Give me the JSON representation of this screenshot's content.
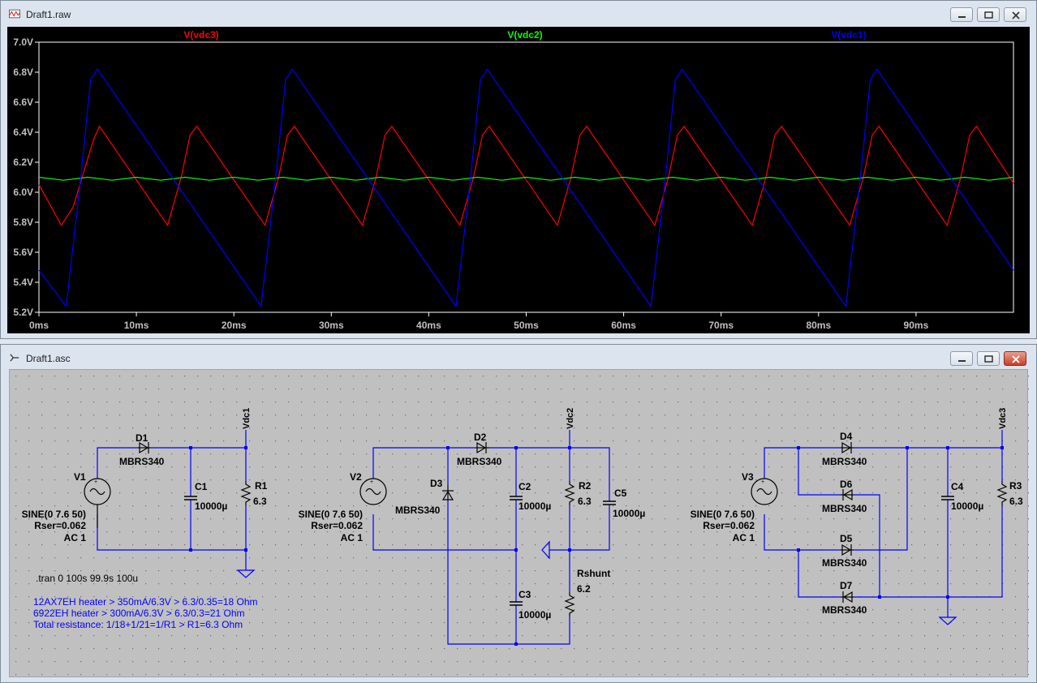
{
  "waveform_window": {
    "title": "Draft1.raw",
    "traces": [
      {
        "label": "V(vdc3)",
        "color": "#ff0000"
      },
      {
        "label": "V(vdc2)",
        "color": "#00ff00"
      },
      {
        "label": "V(vdc1)",
        "color": "#0000ff"
      }
    ],
    "y_ticks": [
      "7.0V",
      "6.8V",
      "6.6V",
      "6.4V",
      "6.2V",
      "6.0V",
      "5.8V",
      "5.6V",
      "5.4V",
      "5.2V"
    ],
    "x_ticks": [
      "0ms",
      "10ms",
      "20ms",
      "30ms",
      "40ms",
      "50ms",
      "60ms",
      "70ms",
      "80ms",
      "90ms"
    ]
  },
  "chart_data": {
    "type": "line",
    "title": "",
    "xlabel": "",
    "ylabel": "",
    "x_unit": "ms",
    "xlim": [
      0,
      100
    ],
    "ylim": [
      5.2,
      7.0
    ],
    "grid": false,
    "legend": "top",
    "series": [
      {
        "name": "V(vdc3)",
        "color": "#ff0000",
        "x": [
          0,
          2.3,
          3.5,
          5.6,
          6.2,
          13.2,
          14.6,
          15.5,
          16.2,
          23.2,
          24.6,
          25.5,
          26.2,
          33.2,
          34.6,
          35.5,
          36.2,
          43.2,
          44.6,
          45.5,
          46.2,
          53.2,
          54.6,
          55.5,
          56.2,
          63.2,
          64.6,
          65.5,
          66.2,
          73.2,
          74.6,
          75.5,
          76.2,
          83.2,
          84.6,
          85.5,
          86.2,
          93.2,
          94.6,
          95.5,
          96.2,
          100
        ],
        "y": [
          6.05,
          5.78,
          5.9,
          6.35,
          6.44,
          5.78,
          6.1,
          6.38,
          6.44,
          5.78,
          6.1,
          6.38,
          6.44,
          5.78,
          6.1,
          6.38,
          6.44,
          5.78,
          6.1,
          6.38,
          6.44,
          5.78,
          6.1,
          6.38,
          6.44,
          5.78,
          6.1,
          6.38,
          6.44,
          5.78,
          6.1,
          6.38,
          6.44,
          5.78,
          6.1,
          6.38,
          6.44,
          5.78,
          6.1,
          6.38,
          6.44,
          6.06
        ]
      },
      {
        "name": "V(vdc2)",
        "color": "#00ff00",
        "x": [
          0,
          2.5,
          5,
          7.5,
          10,
          12.5,
          15,
          17.5,
          20,
          22.5,
          25,
          27.5,
          30,
          32.5,
          35,
          37.5,
          40,
          42.5,
          45,
          47.5,
          50,
          52.5,
          55,
          57.5,
          60,
          62.5,
          65,
          67.5,
          70,
          72.5,
          75,
          77.5,
          80,
          82.5,
          85,
          87.5,
          90,
          92.5,
          95,
          97.5,
          100
        ],
        "y": [
          6.1,
          6.08,
          6.1,
          6.08,
          6.1,
          6.08,
          6.1,
          6.08,
          6.1,
          6.08,
          6.1,
          6.08,
          6.1,
          6.08,
          6.1,
          6.08,
          6.1,
          6.08,
          6.1,
          6.08,
          6.1,
          6.08,
          6.1,
          6.08,
          6.1,
          6.08,
          6.1,
          6.08,
          6.1,
          6.08,
          6.1,
          6.08,
          6.1,
          6.08,
          6.1,
          6.08,
          6.1,
          6.08,
          6.1,
          6.08,
          6.1
        ]
      },
      {
        "name": "V(vdc1)",
        "color": "#0000ff",
        "x": [
          0,
          2.8,
          4.3,
          5.3,
          6.0,
          22.8,
          24.3,
          25.3,
          26.0,
          42.8,
          44.3,
          45.3,
          46.0,
          62.8,
          64.3,
          65.3,
          66.0,
          82.8,
          84.3,
          85.3,
          86.0,
          100
        ],
        "y": [
          5.48,
          5.24,
          6.1,
          6.75,
          6.82,
          5.24,
          6.1,
          6.75,
          6.82,
          5.24,
          6.1,
          6.75,
          6.82,
          5.24,
          6.1,
          6.75,
          6.82,
          5.24,
          6.1,
          6.75,
          6.82,
          5.48
        ]
      }
    ]
  },
  "schematic_window": {
    "title": "Draft1.asc",
    "nets": {
      "vdc1": "Vdc1",
      "vdc2": "Vdc2",
      "vdc3": "Vdc3"
    },
    "sources": [
      {
        "ref": "V1",
        "line1": "SINE(0 7.6 50)",
        "line2": "Rser=0.062",
        "line3": "AC 1"
      },
      {
        "ref": "V2",
        "line1": "SINE(0 7.6 50)",
        "line2": "Rser=0.062",
        "line3": "AC 1"
      },
      {
        "ref": "V3",
        "line1": "SINE(0 7.6 50)",
        "line2": "Rser=0.062",
        "line3": "AC 1"
      }
    ],
    "diodes": [
      {
        "ref": "D1",
        "model": "MBRS340"
      },
      {
        "ref": "D2",
        "model": "MBRS340"
      },
      {
        "ref": "D3",
        "model": "MBRS340"
      },
      {
        "ref": "D4",
        "model": "MBRS340"
      },
      {
        "ref": "D5",
        "model": "MBRS340"
      },
      {
        "ref": "D6",
        "model": "MBRS340"
      },
      {
        "ref": "D7",
        "model": "MBRS340"
      }
    ],
    "capacitors": [
      {
        "ref": "C1",
        "value": "10000µ"
      },
      {
        "ref": "C2",
        "value": "10000µ"
      },
      {
        "ref": "C3",
        "value": "10000µ"
      },
      {
        "ref": "C4",
        "value": "10000µ"
      },
      {
        "ref": "C5",
        "value": "10000µ"
      }
    ],
    "resistors": [
      {
        "ref": "R1",
        "value": "6.3"
      },
      {
        "ref": "R2",
        "value": "6.3"
      },
      {
        "ref": "R3",
        "value": "6.3"
      },
      {
        "ref": "Rshunt",
        "value": "6.2"
      }
    ],
    "directive": ".tran 0 100s 99.9s 100u",
    "comments": [
      "12AX7EH heater > 350mA/6.3V > 6.3/0.35=18 Ohm",
      "6922EH heater > 300mA/6.3V > 6.3/0.3=21 Ohm",
      "Total resistance: 1/18+1/21=1/R1 > R1=6.3 Ohm"
    ]
  },
  "colors": {
    "plot_bg": "#000000",
    "schematic_bg": "#c0c0c0",
    "wire": "#0000ff",
    "component_text": "#000000",
    "comment_text": "#0000ff"
  }
}
